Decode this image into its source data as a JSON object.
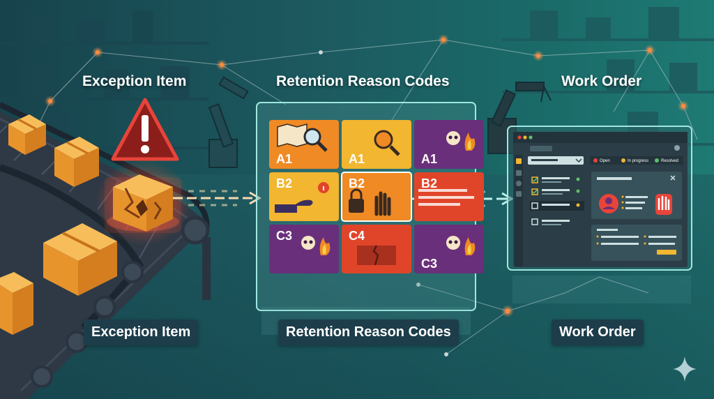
{
  "headings": {
    "exception": "Exception Item",
    "codes": "Retention Reason Codes",
    "work_order": "Work Order"
  },
  "captions": {
    "exception": "Exception Item",
    "codes": "Retention Reason Codes",
    "work_order": "Work Order"
  },
  "reason_codes": [
    {
      "code": "A1",
      "color": "#f08a24",
      "icon": "map-search-icon"
    },
    {
      "code": "A1",
      "color": "#f2b630",
      "icon": "magnifier-icon"
    },
    {
      "code": "A1",
      "color": "#6a2f7a",
      "icon": "skull-fire-icon"
    },
    {
      "code": "B2",
      "color": "#f2b630",
      "icon": "hand-info-icon"
    },
    {
      "code": "B2",
      "color": "#f08a24",
      "icon": "lock-hand-icon"
    },
    {
      "code": "B2",
      "color": "#e0452a",
      "icon": "list-icon"
    },
    {
      "code": "C3",
      "color": "#6a2f7a",
      "icon": "crossbones-fire-icon"
    },
    {
      "code": "C4",
      "color": "#e0452a",
      "icon": "broken-box-icon"
    },
    {
      "code": "C3",
      "color": "#6a2f7a",
      "icon": "skull-fire-icon"
    }
  ],
  "work_order_window": {
    "statuses": [
      {
        "label": "Open",
        "color": "#e8443a"
      },
      {
        "label": "In progress",
        "color": "#f2b630"
      },
      {
        "label": "Resolved",
        "color": "#5cc06a"
      }
    ]
  },
  "colors": {
    "accent_node": "#ff8a3d",
    "alert_red": "#e8443a",
    "box": "#f2a534",
    "panel_glow": "#8fe0d8"
  }
}
